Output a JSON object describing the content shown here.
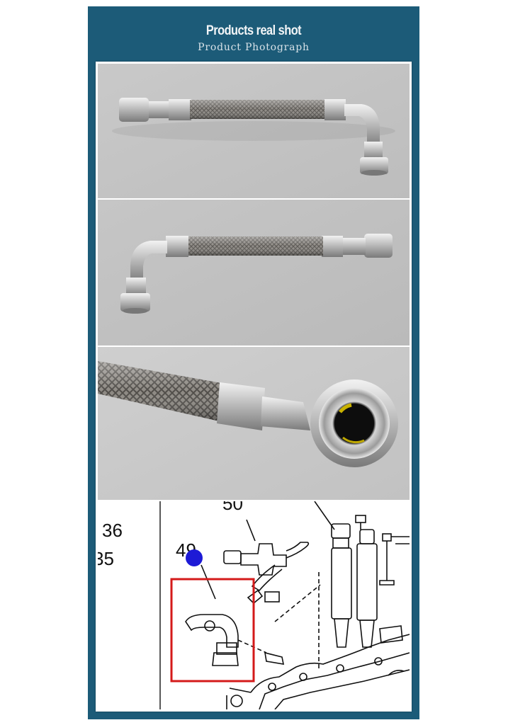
{
  "header": {
    "title": "Products real shot",
    "subtitle": "Product Photograph"
  },
  "photos": [
    {
      "name": "hose-photo-side"
    },
    {
      "name": "hose-photo-reverse"
    },
    {
      "name": "hose-photo-closeup"
    }
  ],
  "diagram": {
    "labels": {
      "part_36": "36",
      "part_35": "35",
      "part_50": "50",
      "part_49": "49"
    },
    "highlight_color": "#d41a1a",
    "marker_color": "#1d1ad6"
  },
  "colors": {
    "background": "#1c5b78",
    "frame": "#ffffff"
  }
}
